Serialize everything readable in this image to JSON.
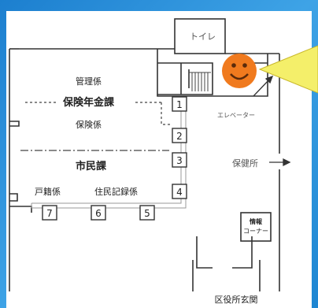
{
  "map": {
    "rooms": {
      "toilet": "トイレ",
      "elevator": "エレベーター",
      "admin": "管理係",
      "insurance_pension_dept": "保険年金課",
      "insurance": "保険係",
      "citizens_dept": "市民課",
      "family_register": "戸籍係",
      "resident_records": "住民記録係",
      "health_center": "保健所",
      "info_corner_line1": "情報",
      "info_corner_line2": "コーナー",
      "entrance": "区役所玄関"
    },
    "windows": [
      "1",
      "2",
      "3",
      "4",
      "7",
      "6",
      "5"
    ]
  },
  "colors": {
    "background": "#2f8fd6",
    "marker_fill": "#f07a1e",
    "callout": "#f4ef6a"
  },
  "marker": {
    "icon": "smiley-face-icon"
  }
}
